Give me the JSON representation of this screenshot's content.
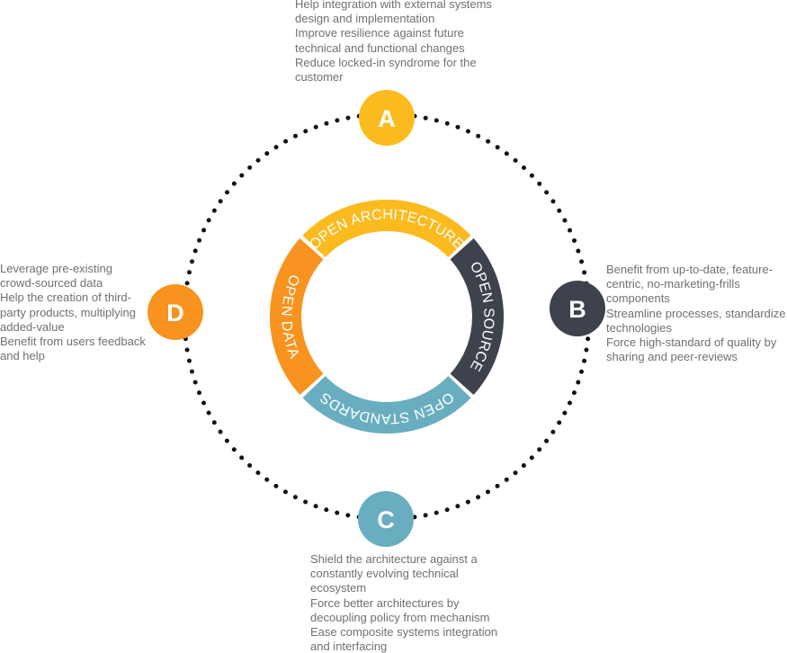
{
  "colors": {
    "architecture": "#FBBB1F",
    "source": "#3D424D",
    "standards": "#69AEC0",
    "data": "#F7931E",
    "dots": "#111111",
    "text": "#707070"
  },
  "ring_segments": [
    {
      "key": "architecture",
      "label": "OPEN ARCHITECTURE"
    },
    {
      "key": "source",
      "label": "OPEN SOURCE"
    },
    {
      "key": "standards",
      "label": "OPEN STANDARDS"
    },
    {
      "key": "data",
      "label": "OPEN DATA"
    }
  ],
  "nodes": [
    {
      "key": "architecture",
      "letter": "A"
    },
    {
      "key": "source",
      "letter": "B"
    },
    {
      "key": "standards",
      "letter": "C"
    },
    {
      "key": "data",
      "letter": "D"
    }
  ],
  "text_blocks": {
    "a": [
      "Help integration with external systems",
      "design and implementation",
      "Improve resilience against future",
      "technical and functional changes",
      "Reduce locked-in syndrome for the",
      "customer"
    ],
    "b": [
      "Benefit from up-to-date, feature-",
      "centric, no-marketing-frills",
      "components",
      "Streamline processes, standardize",
      "technologies",
      "Force high-standard of quality by",
      "sharing and peer-reviews"
    ],
    "c": [
      "Shield the architecture against a",
      "constantly evolving technical",
      "ecosystem",
      "Force better architectures by",
      "decoupling policy from mechanism",
      "Ease composite systems integration",
      "and interfacing"
    ],
    "d": [
      "Leverage pre-existing",
      "crowd-sourced data",
      "Help the creation of third-",
      "party products, multiplying",
      "added-value",
      "Benefit from users feedback",
      "and help"
    ]
  }
}
